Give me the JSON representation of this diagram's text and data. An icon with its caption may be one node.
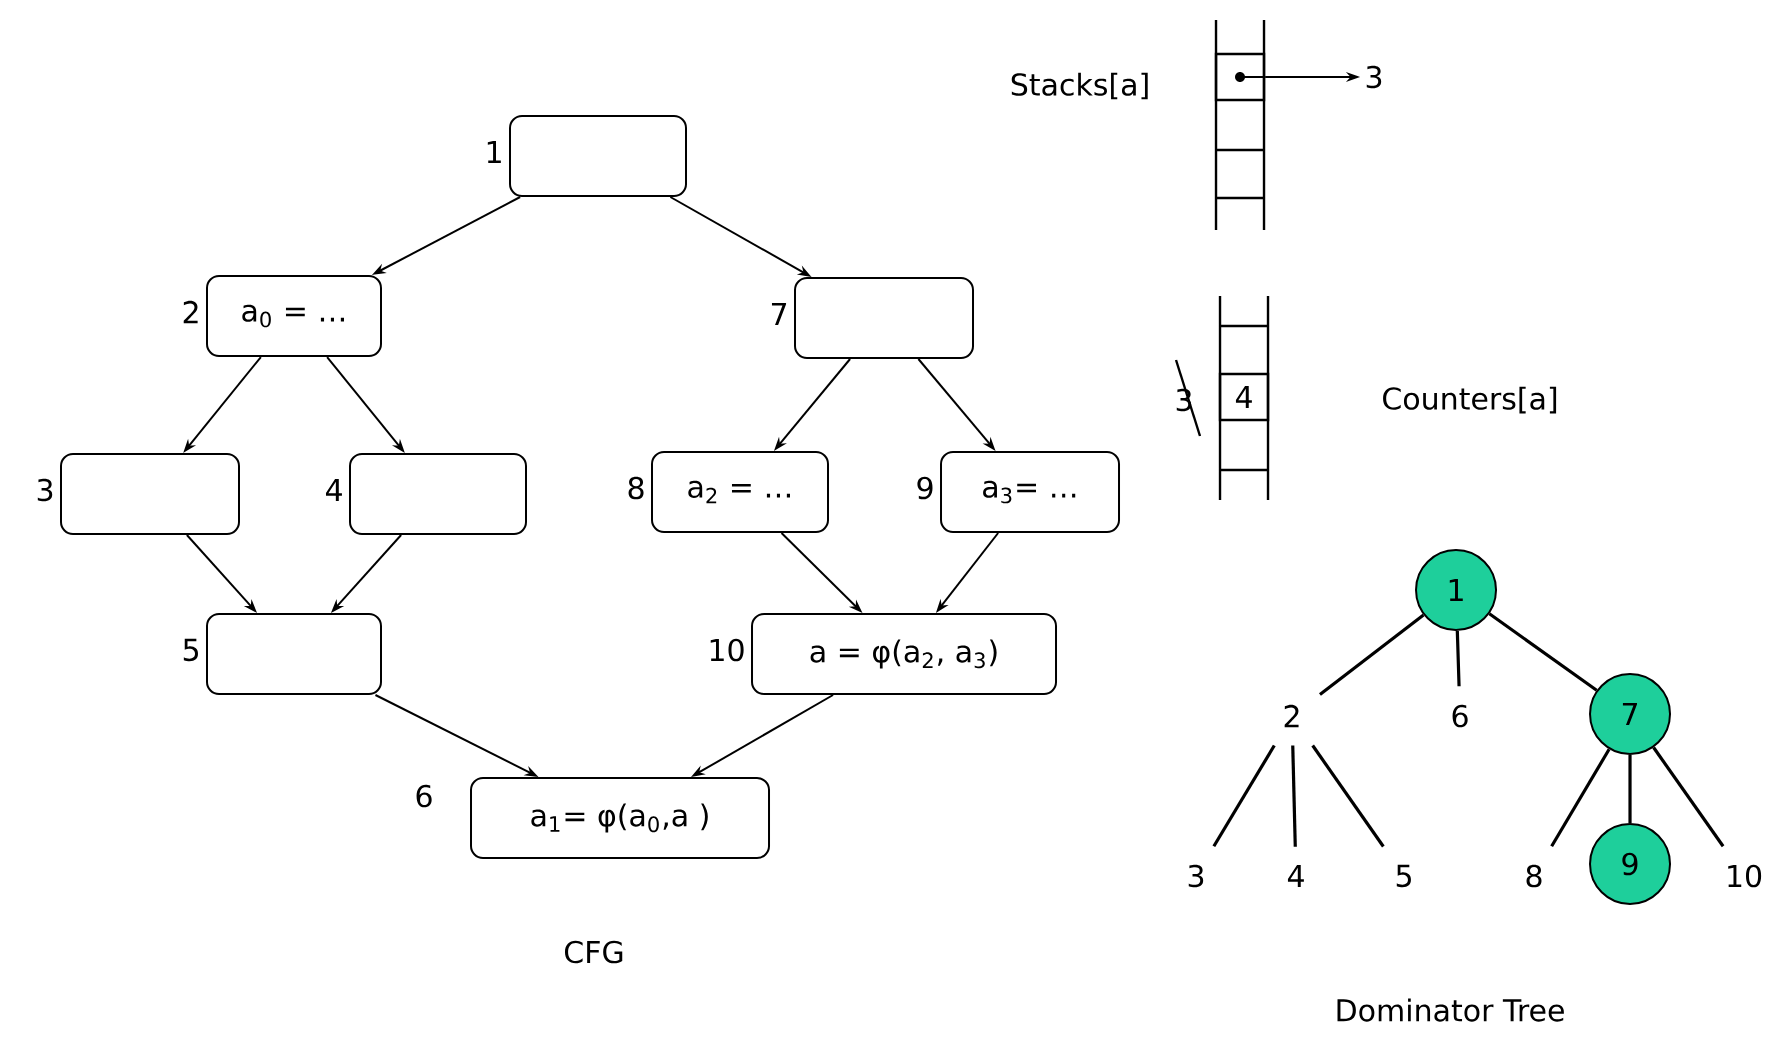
{
  "diagram": {
    "nodes": [
      {
        "text": [],
        "shape": "box",
        "beside": [
          "1"
        ]
      },
      {
        "text": [
          "a$_{0}$ = …"
        ],
        "beside": [
          "2"
        ]
      },
      {
        "text": [],
        "shape": "box",
        "beside": [
          "7"
        ]
      },
      {
        "text": [],
        "shape": "box",
        "beside": [
          "3"
        ]
      },
      {
        "text": [],
        "shape": "box",
        "beside": [
          "4"
        ]
      },
      {
        "text": [
          "a$_{2}$ = …"
        ],
        "beside": [
          "8"
        ]
      },
      {
        "text": [
          "a$_{3}$= …"
        ],
        "beside": [
          "9"
        ]
      },
      {
        "text": [],
        "shape": "box",
        "beside": [
          "5"
        ]
      },
      {
        "text": [
          "a = φ(a$_{2}$, a$_{3}$)"
        ],
        "beside": [
          "10"
        ]
      },
      {
        "text": [
          "a$_{1}$= φ(a$_{0}$,a )"
        ],
        "beside": [
          "6"
        ]
      },
      {
        "text": [],
        "shape": "box"
      },
      {
        "text": [
          "3"
        ]
      },
      {
        "text": [
          "4"
        ],
        "beside": [
          "3"
        ]
      },
      {
        "text": [
          "1"
        ]
      },
      {
        "text": [
          "2"
        ]
      },
      {
        "text": [
          "6"
        ]
      },
      {
        "text": [
          "7"
        ]
      },
      {
        "text": [
          "3"
        ]
      },
      {
        "text": [
          "4"
        ]
      },
      {
        "text": [
          "5"
        ]
      },
      {
        "text": [
          "8"
        ]
      },
      {
        "text": [
          "9"
        ]
      },
      {
        "text": [
          "10"
        ]
      }
    ],
    "edges": [
      {
        "from": 0,
        "to": 1,
        "arrow": "to"
      },
      {
        "from": 0,
        "to": 2,
        "arrow": "to"
      },
      {
        "from": 1,
        "to": 3,
        "arrow": "to"
      },
      {
        "from": 1,
        "to": 4,
        "arrow": "to"
      },
      {
        "from": 2,
        "to": 5,
        "arrow": "to"
      },
      {
        "from": 2,
        "to": 6,
        "arrow": "to"
      },
      {
        "from": 3,
        "to": 7,
        "arrow": "to"
      },
      {
        "from": 4,
        "to": 7,
        "arrow": "to"
      },
      {
        "from": 5,
        "to": 8,
        "arrow": "to"
      },
      {
        "from": 6,
        "to": 8,
        "arrow": "to"
      },
      {
        "from": 7,
        "to": 9,
        "arrow": "to"
      },
      {
        "from": 8,
        "to": 9,
        "arrow": "to"
      },
      {
        "from": 10,
        "to": 11,
        "arrow": "to"
      },
      {
        "from": 13,
        "to": 14,
        "arrow": "none"
      },
      {
        "from": 13,
        "to": 15,
        "arrow": "none"
      },
      {
        "from": 13,
        "to": 16,
        "arrow": "none"
      },
      {
        "from": 14,
        "to": 17,
        "arrow": "none"
      },
      {
        "from": 14,
        "to": 18,
        "arrow": "none"
      },
      {
        "from": 14,
        "to": 19,
        "arrow": "none"
      },
      {
        "from": 16,
        "to": 20,
        "arrow": "none"
      },
      {
        "from": 16,
        "to": 21,
        "arrow": "none"
      },
      {
        "from": 16,
        "to": 22,
        "arrow": "none"
      }
    ],
    "labels": [
      "Stacks[a]",
      "Counters[a]",
      "CFG",
      "Dominator Tree"
    ]
  }
}
